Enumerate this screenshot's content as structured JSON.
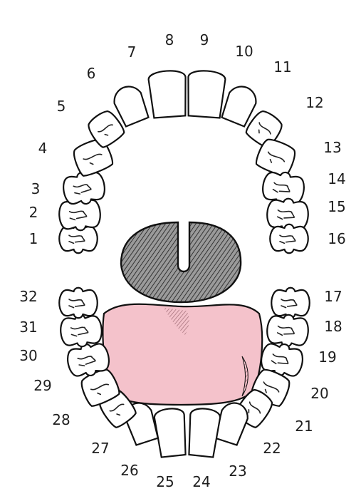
{
  "diagram": {
    "colors": {
      "tooth_fill": "#ffffff",
      "outline": "#111111",
      "tongue_fill": "#f4c2cb",
      "palate_fill": "#8a8a8a"
    },
    "upper_labels": [
      "1",
      "2",
      "3",
      "4",
      "5",
      "6",
      "7",
      "8",
      "9",
      "10",
      "11",
      "12",
      "13",
      "14",
      "15",
      "16"
    ],
    "lower_labels": [
      "17",
      "18",
      "19",
      "20",
      "21",
      "22",
      "23",
      "24",
      "25",
      "26",
      "27",
      "28",
      "29",
      "30",
      "31",
      "32"
    ]
  }
}
